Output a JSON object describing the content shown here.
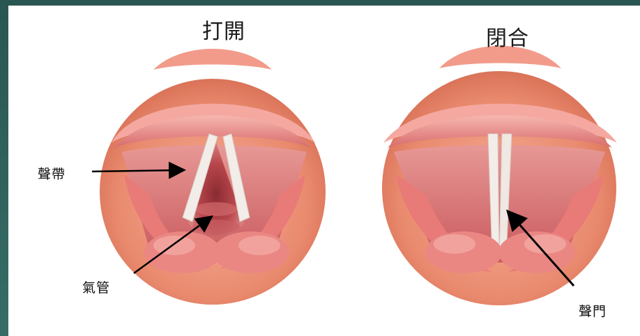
{
  "titles": {
    "open": "打開",
    "closed": "閉合"
  },
  "labels": {
    "vocal_cords": "聲帶",
    "trachea": "氣管",
    "glottis": "聲門"
  }
}
